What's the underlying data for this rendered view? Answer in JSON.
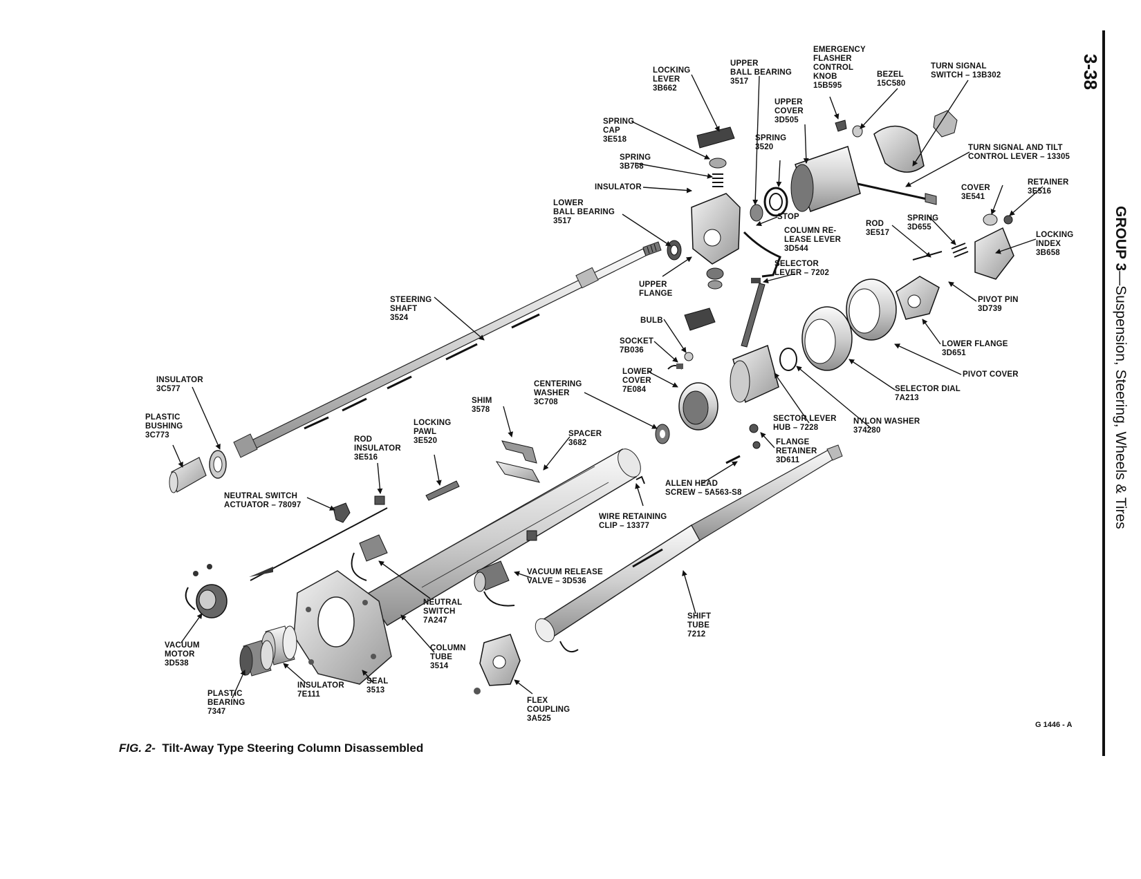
{
  "header": {
    "page_number": "3-38",
    "group_prefix": "GROUP 3",
    "group_title": "—Suspension, Steering, Wheels & Tires"
  },
  "figure": {
    "number": "FIG. 2-",
    "caption": "Tilt-Away Type Steering Column Disassembled",
    "code": "G 1446 - A"
  },
  "callouts": {
    "locking_lever": "LOCKING\nLEVER\n3B662",
    "upper_ball_bearing": "UPPER\nBALL BEARING\n3517",
    "emergency_flasher": "EMERGENCY\nFLASHER\nCONTROL\nKNOB\n15B595",
    "bezel": "BEZEL\n15C580",
    "turn_signal_switch": "TURN SIGNAL\nSWITCH – 13B302",
    "upper_cover": "UPPER\nCOVER\n3D505",
    "spring_cap": "SPRING\nCAP\n3E518",
    "spring_3520": "SPRING\n3520",
    "turn_signal_lever": "TURN SIGNAL AND TILT\nCONTROL LEVER – 13305",
    "spring_3b768": "SPRING\n3B768",
    "insulator": "INSULATOR",
    "cover_3e541": "COVER\n3E541",
    "retainer_3e516": "RETAINER\n3E516",
    "lower_ball_bearing": "LOWER\nBALL BEARING\n3517",
    "stop": "STOP",
    "column_release_lever": "COLUMN RE-\nLEASE LEVER\n3D544",
    "rod_3e517": "ROD\n3E517",
    "spring_3d655": "SPRING\n3D655",
    "locking_index": "LOCKING\nINDEX\n3B658",
    "selector_lever": "SELECTOR\nLEVER – 7202",
    "upper_flange": "UPPER\nFLANGE",
    "pivot_pin": "PIVOT PIN\n3D739",
    "steering_shaft": "STEERING\nSHAFT\n3524",
    "bulb": "BULB",
    "socket": "SOCKET\n7B036",
    "lower_flange": "LOWER FLANGE\n3D651",
    "lower_cover": "LOWER\nCOVER\n7E084",
    "pivot_cover": "PIVOT COVER",
    "insulator_3c577": "INSULATOR\n3C577",
    "centering_washer": "CENTERING\nWASHER\n3C708",
    "selector_dial": "SELECTOR DIAL\n7A213",
    "shim": "SHIM\n3578",
    "plastic_bushing": "PLASTIC\nBUSHING\n3C773",
    "locking_pawl": "LOCKING\nPAWL\n3E520",
    "spacer": "SPACER\n3682",
    "sector_lever_hub": "SECTOR LEVER\nHUB – 7228",
    "nylon_washer": "NYLON WASHER\n374280",
    "rod_insulator": "ROD\nINSULATOR\n3E516",
    "flange_retainer": "FLANGE\nRETAINER\n3D611",
    "neutral_switch_actuator": "NEUTRAL SWITCH\nACTUATOR – 78097",
    "allen_head_screw": "ALLEN HEAD\nSCREW – 5A563-S8",
    "wire_retaining_clip": "WIRE RETAINING\nCLIP – 13377",
    "vacuum_release_valve": "VACUUM RELEASE\nVALVE – 3D536",
    "neutral_switch": "NEUTRAL\nSWITCH\n7A247",
    "shift_tube": "SHIFT\nTUBE\n7212",
    "vacuum_motor": "VACUUM\nMOTOR\n3D538",
    "column_tube": "COLUMN\nTUBE\n3514",
    "seal": "SEAL\n3513",
    "insulator_7e111": "INSULATOR\n7E111",
    "plastic_bearing": "PLASTIC\nBEARING\n7347",
    "flex_coupling": "FLEX\nCOUPLING\n3A525"
  }
}
